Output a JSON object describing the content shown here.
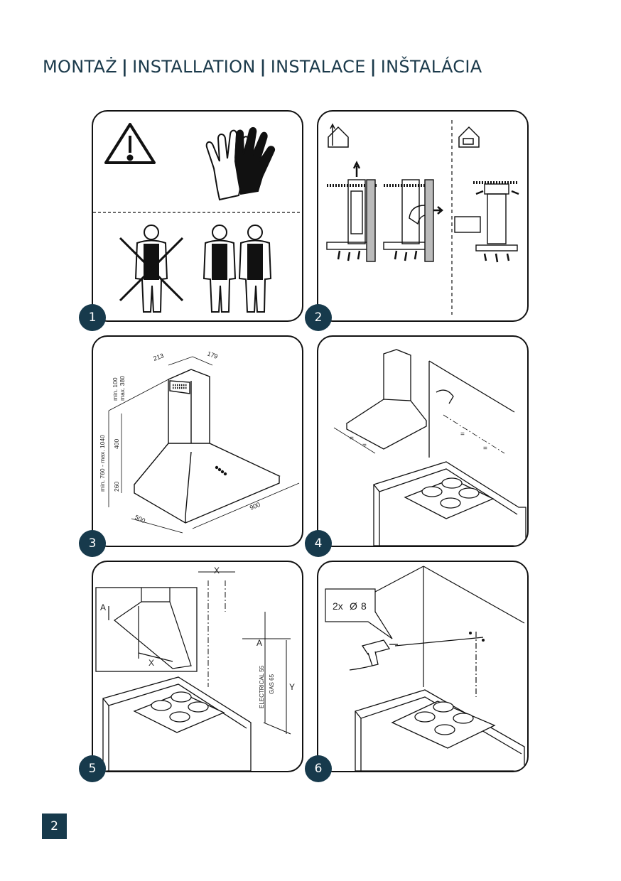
{
  "header": {
    "title_parts": [
      "MONTAŻ",
      "INSTALLATION",
      "INSTALACE",
      "INŠTALÁCIA"
    ],
    "separator": "|"
  },
  "steps": [
    {
      "number": "1",
      "icons": [
        "warning-icon",
        "gloves-icon",
        "single-person-crossed-icon",
        "two-persons-icon"
      ]
    },
    {
      "number": "2",
      "icons": [
        "house-exhaust-icon",
        "house-recirculation-icon"
      ]
    },
    {
      "number": "3",
      "dimensions": {
        "width": "900",
        "depth": "500",
        "chimney_width": "213",
        "chimney_depth": "179",
        "hood_height": "260",
        "middle_height": "400",
        "range": "min. 760 - max. 1040",
        "top_min": "min. 100",
        "top_max": "max. 380"
      }
    },
    {
      "number": "4",
      "marks": [
        "=",
        "=",
        "=",
        "="
      ]
    },
    {
      "number": "5",
      "labels": {
        "x": "X",
        "a": "A",
        "y": "Y",
        "electrical": "ELECTRICAL 55",
        "gas": "GAS 65"
      }
    },
    {
      "number": "6",
      "callout": {
        "count": "2x",
        "diameter_symbol": "Ø",
        "size": "8"
      }
    }
  ],
  "footer": {
    "page_number": "2"
  },
  "colors": {
    "accent": "#173a4c",
    "title": "#1b3a4b",
    "line": "#111111"
  }
}
